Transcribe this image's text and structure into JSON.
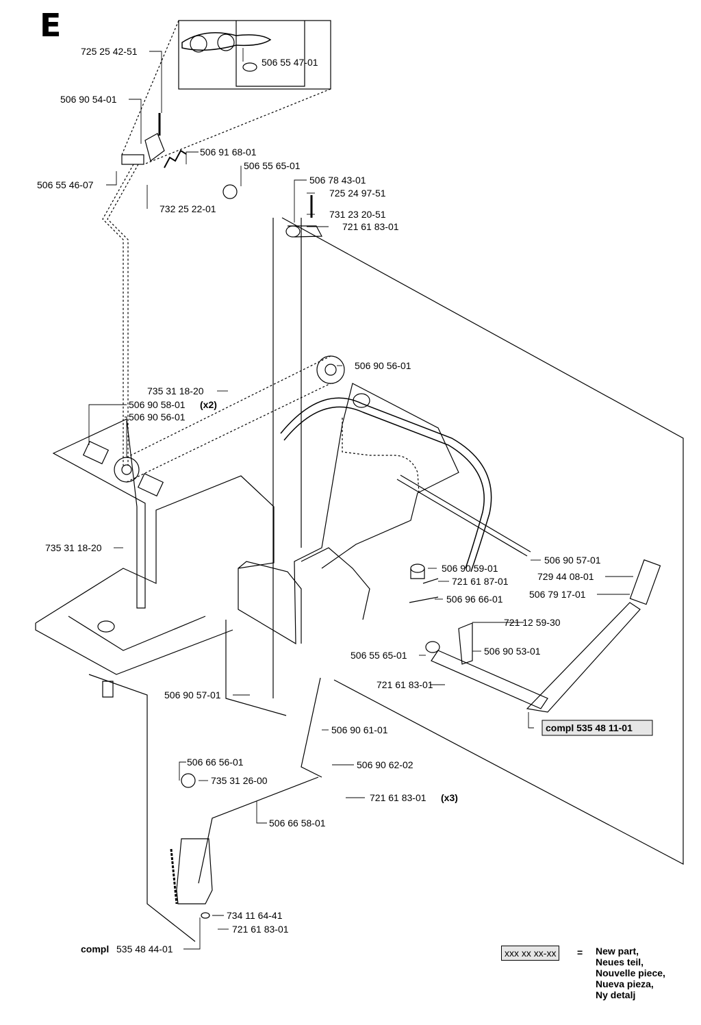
{
  "section_letter": "E",
  "labels": {
    "l1": "725 25 42-51",
    "l2": "506 55 47-01",
    "l3": "506 90 54-01",
    "l4": "506 91 68-01",
    "l5": "506 55 65-01",
    "l6": "506 55 46-07",
    "l7": "732 25 22-01",
    "l8": "506 78 43-01",
    "l9": "725 24 97-51",
    "l10": "731 23 20-51",
    "l11": "721 61 83-01",
    "l12": "506 90 56-01",
    "l13": "735 31 18-20",
    "l14": "506 90 58-01",
    "l14x": "(x2)",
    "l15": "506 90 56-01",
    "l16": "735 31 18-20",
    "l17": "506 90 57-01",
    "l18": "729 44 08-01",
    "l19": "506 90 59-01",
    "l20": "506 79 17-01",
    "l21": "721 61 87-01",
    "l22": "506 96 66-01",
    "l23": "721 12 59-30",
    "l24": "506 55 65-01",
    "l25": "506 90 53-01",
    "l26": "721 61 83-01",
    "l27": "compl 535 48 11-01",
    "l28": "506 90 57-01",
    "l29": "506 90 61-01",
    "l30": "506 66 56-01",
    "l31": "506 90 62-02",
    "l32": "735 31 26-00",
    "l33": "721 61 83-01",
    "l33x": "(x3)",
    "l34": "506 66 58-01",
    "l35": "734 11 64-41",
    "l36": "721 61 83-01",
    "l37a": "compl",
    "l37b": "535 48 44-01"
  },
  "legend": {
    "sample": "xxx xx xx-xx",
    "equals": "=",
    "items": [
      "New part,",
      "Neues teil,",
      "Nouvelle piece,",
      "Nueva pieza,",
      "Ny detalj"
    ]
  }
}
